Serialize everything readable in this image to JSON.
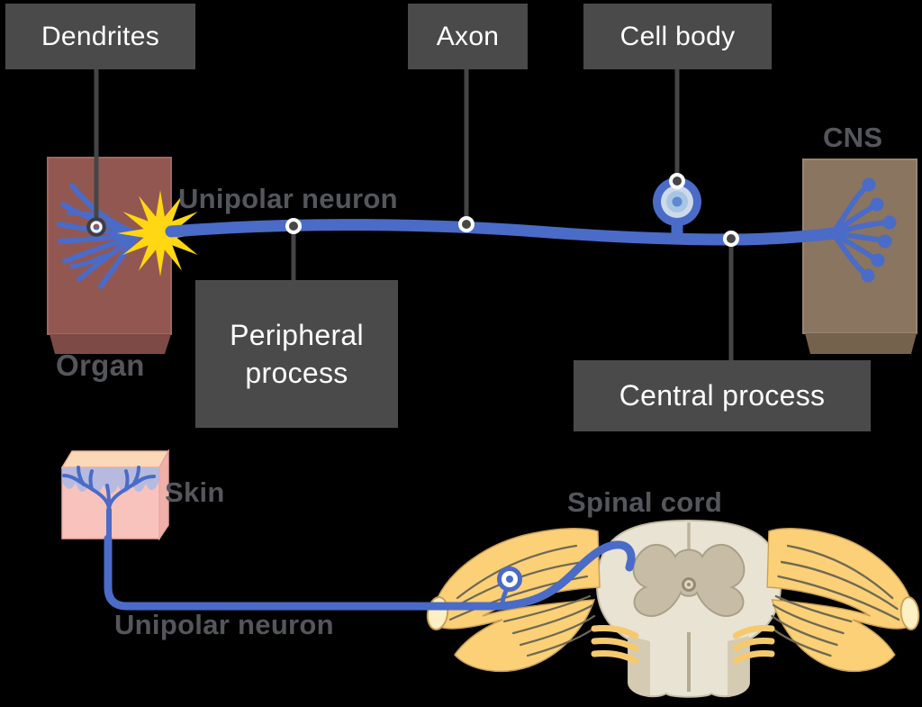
{
  "diagram_title": "Unipolar neuron",
  "callout_boxes": {
    "dendrites": "Dendrites",
    "axon": "Axon",
    "cell_body": "Cell body",
    "peripheral_process": "Peripheral process",
    "central_process": "Central process"
  },
  "text_labels": {
    "unipolar_neuron_top": "Unipolar neuron",
    "organ": "Organ",
    "cns": "CNS",
    "skin": "Skin",
    "spinal_cord": "Spinal cord",
    "unipolar_neuron_bottom": "Unipolar neuron"
  },
  "colors": {
    "background": "#000000",
    "callout_box": "#4a4a4a",
    "callout_text": "#ffffff",
    "gray_label_text": "#55565b",
    "neuron_blue": "#4a6bc7",
    "cell_body_ring_light": "#ccdaeb",
    "cell_body_ring_mid": "#a8c6e3",
    "nucleus_blue": "#5b8ad1",
    "star_yellow": "#ffd712",
    "organ_maroon": "#935751",
    "organ_base_maroon": "#7d4a45",
    "cns_brown": "#8a7561",
    "cns_base_brown": "#75624d",
    "skin_front_pink": "#f9c3bd",
    "skin_top_peach": "#fbd8b8",
    "skin_side_pink": "#f0b0aa",
    "epidermis_lavender": "#b7badf",
    "nerve_yellow": "#fbd077",
    "nerve_cut_cream": "#fdf0c4",
    "cord_cream": "#e9e3d3",
    "gray_matter_tan": "#c7bda6",
    "pointer_gray": "#454545"
  }
}
